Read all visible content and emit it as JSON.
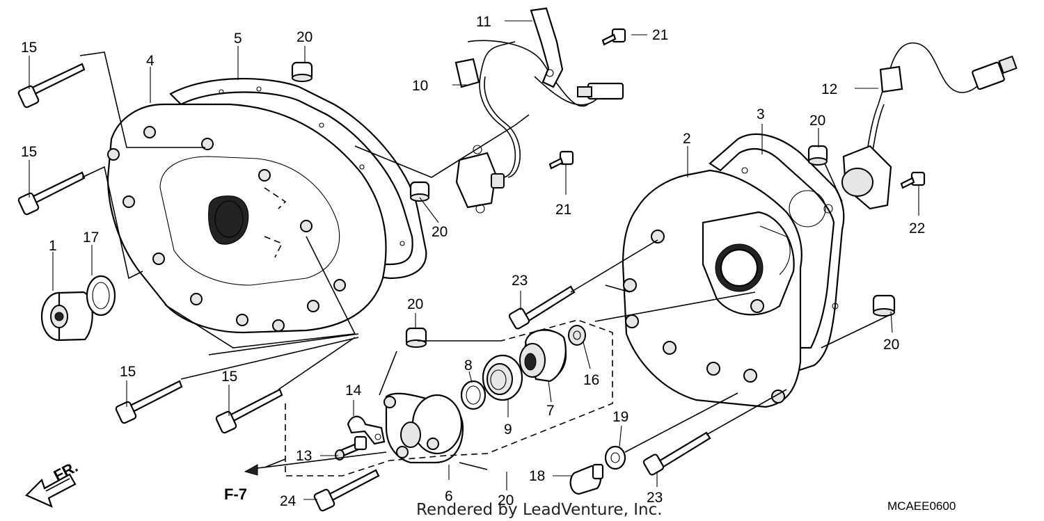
{
  "callouts": {
    "c1": "1",
    "c2": "2",
    "c3": "3",
    "c4": "4",
    "c5": "5",
    "c6": "6",
    "c7": "7",
    "c8": "8",
    "c9": "9",
    "c10": "10",
    "c11": "11",
    "c12": "12",
    "c13": "13",
    "c14": "14",
    "c15a": "15",
    "c15b": "15",
    "c15c": "15",
    "c15d": "15",
    "c16": "16",
    "c17": "17",
    "c18": "18",
    "c19": "19",
    "c20a": "20",
    "c20b": "20",
    "c20c": "20",
    "c20d": "20",
    "c20e": "20",
    "c20f": "20",
    "c21a": "21",
    "c21b": "21",
    "c22": "22",
    "c23a": "23",
    "c23b": "23",
    "c24": "24"
  },
  "direction_label": "FR.",
  "section_ref": "F-7",
  "credit": "Rendered by LeadVenture, Inc.",
  "diagram_code": "MCAEE0600"
}
